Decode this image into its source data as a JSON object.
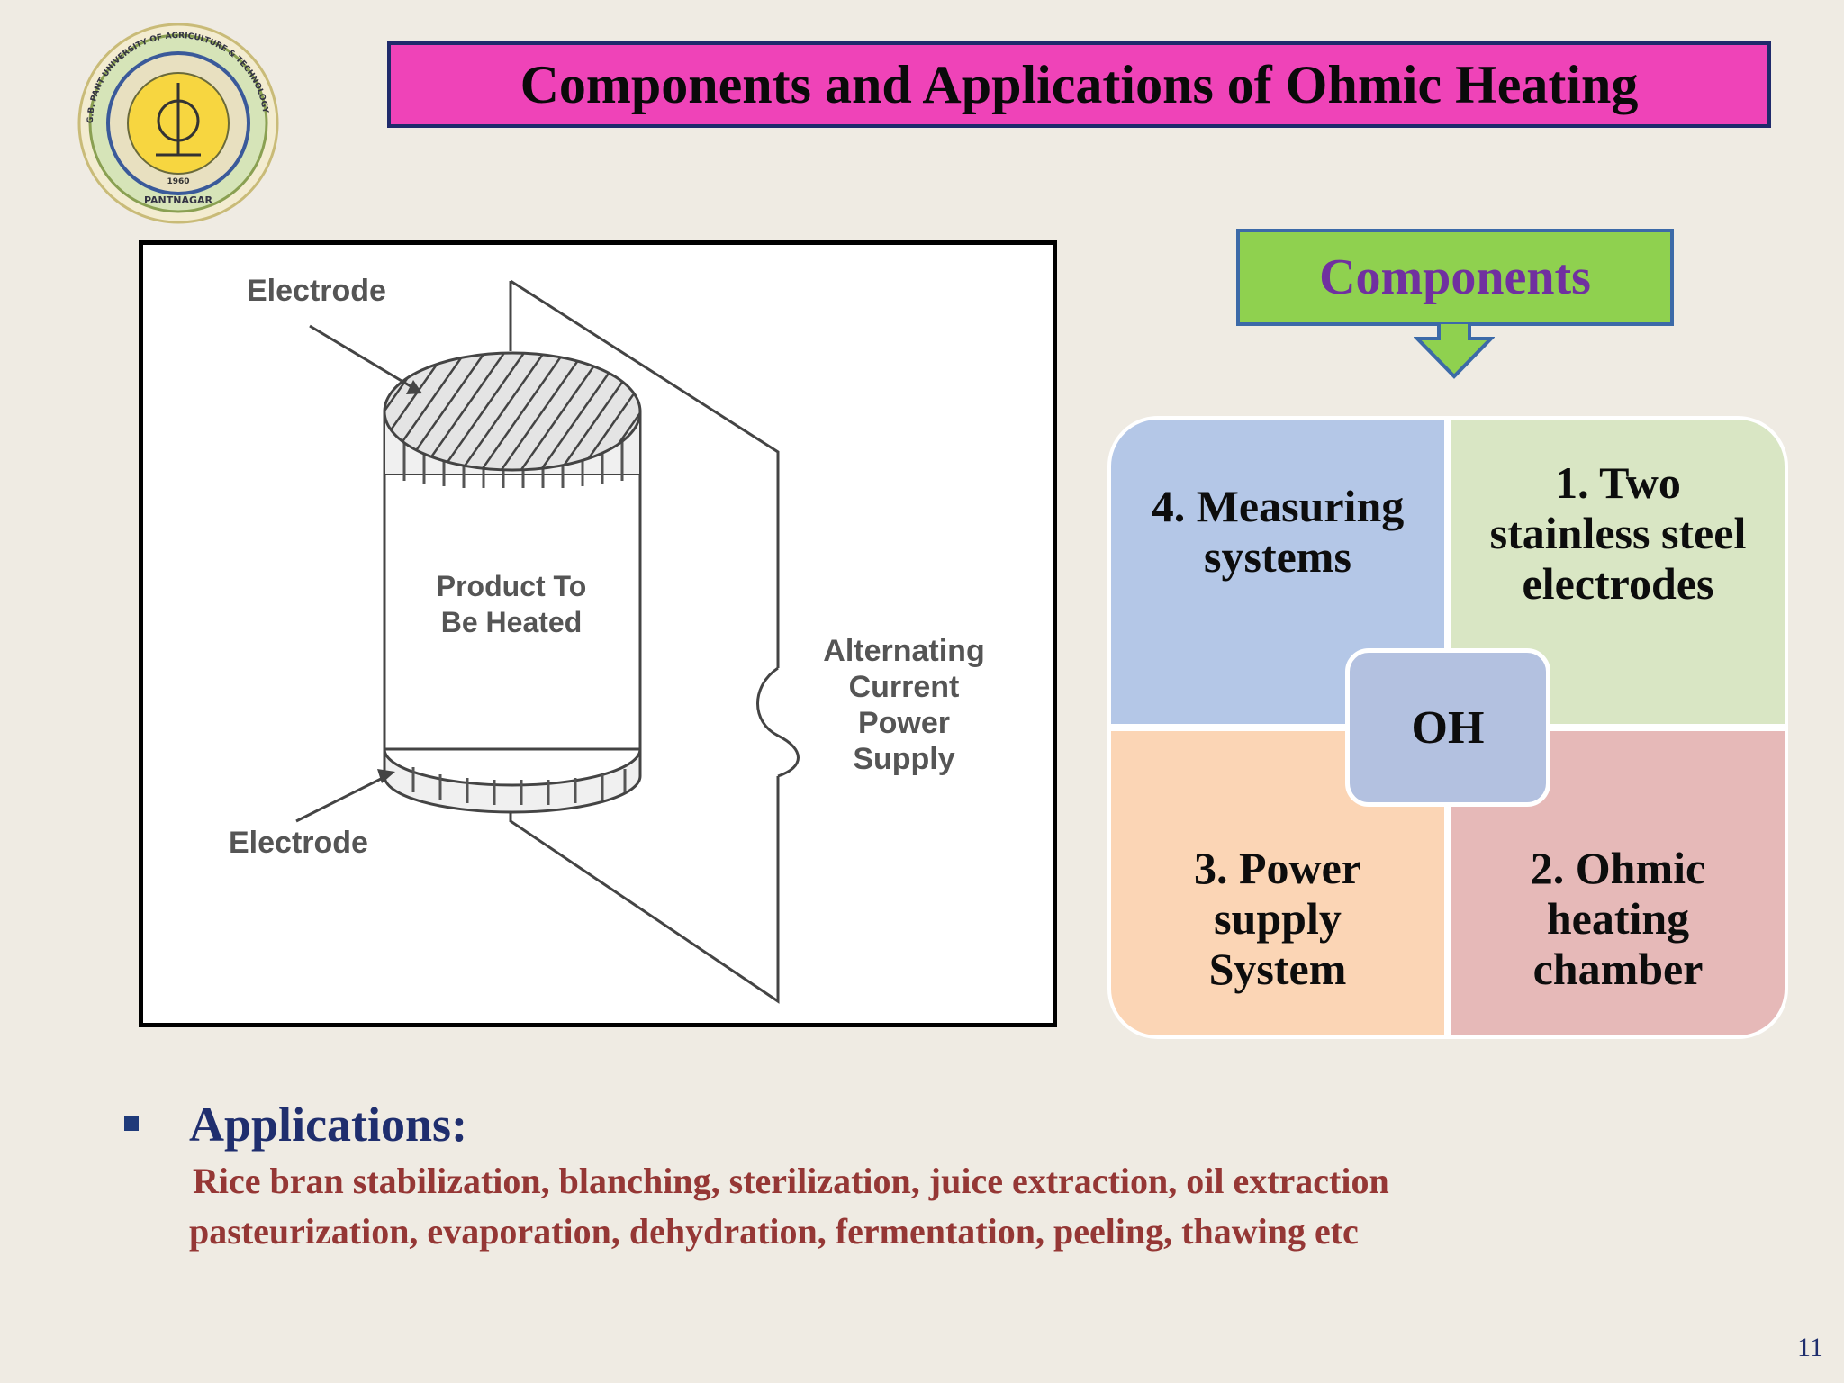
{
  "title": "Components and Applications of Ohmic Heating",
  "logo": {
    "ring_text": "G.B. PANT UNIVERSITY OF AGRICULTURE & TECHNOLOGY",
    "year": "1960",
    "place": "PANTNAGAR"
  },
  "diagram": {
    "electrode_top": "Electrode",
    "product_line1": "Product To",
    "product_line2": "Be Heated",
    "supply_line1": "Alternating",
    "supply_line2": "Current",
    "supply_line3": "Power",
    "supply_line4": "Supply",
    "electrode_bottom": "Electrode"
  },
  "components": {
    "header": "Components",
    "center": "OH",
    "items": [
      {
        "lines": [
          "1. Two",
          "stainless steel",
          "electrodes"
        ],
        "color": "#d9e6c4"
      },
      {
        "lines": [
          "2. Ohmic",
          "heating",
          "chamber"
        ],
        "color": "#e6b9b8"
      },
      {
        "lines": [
          "3. Power",
          "supply",
          "System"
        ],
        "color": "#fbd5b5"
      },
      {
        "lines": [
          "4. Measuring",
          "systems"
        ],
        "color": "#b4c7e7"
      }
    ]
  },
  "applications": {
    "heading": "Applications:",
    "line1": "Rice bran stabilization, blanching, sterilization, juice extraction, oil extraction",
    "line2": "pasteurization, evaporation, dehydration, fermentation, peeling, thawing etc"
  },
  "page_number": "11",
  "colors": {
    "title_bg": "#ef43b8",
    "components_header_bg": "#8fd14f",
    "components_header_text": "#7030a0",
    "applications_text": "#953735",
    "heading_text": "#1f2e6e"
  }
}
